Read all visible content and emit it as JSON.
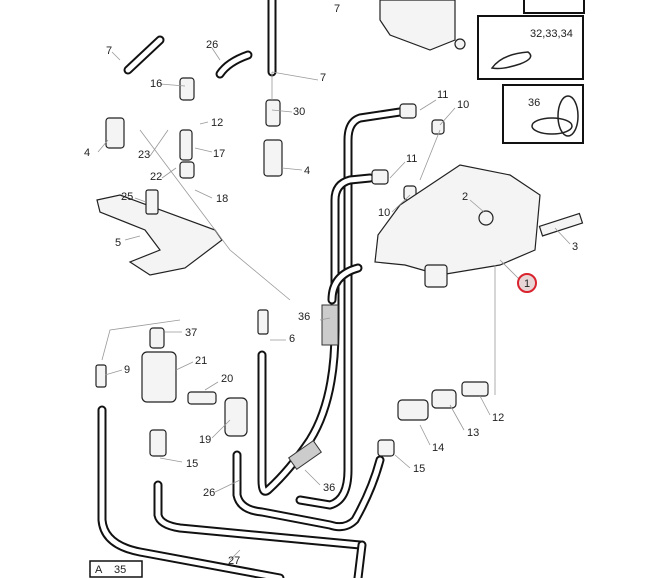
{
  "diagram": {
    "labels": {
      "l7a": "7",
      "l323334": "32,33,34",
      "l36a": "36",
      "l7b": "7",
      "l26a": "26",
      "l16": "16",
      "l12a": "12",
      "l30": "30",
      "l7c": "7",
      "l4a": "4",
      "l23": "23",
      "l17": "17",
      "l22": "22",
      "l18": "18",
      "l25": "25",
      "l5": "5",
      "l4b": "4",
      "l11a": "11",
      "l10a": "10",
      "l11b": "11",
      "l10b": "10",
      "l2": "2",
      "l3": "3",
      "l1": "1",
      "l37": "37",
      "l36b": "36",
      "l6": "6",
      "l9": "9",
      "l21": "21",
      "l20": "20",
      "l19": "19",
      "l15a": "15",
      "l26b": "26",
      "l36c": "36",
      "l12b": "12",
      "l13": "13",
      "l14": "14",
      "l15b": "15",
      "l27": "27",
      "lA35": "A    35"
    },
    "highlight_color": "#d9232e"
  }
}
